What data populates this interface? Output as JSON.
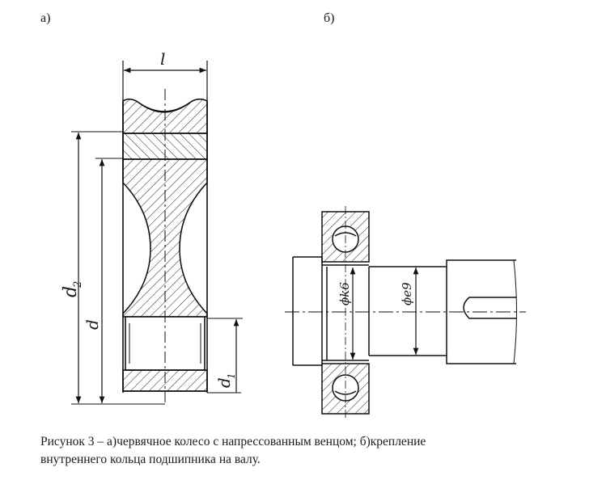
{
  "figure": {
    "panel_a_label": "а)",
    "panel_b_label": "б)",
    "dimensions_a": {
      "width": "l",
      "outer_diameter": "d",
      "rim_diameter": "2",
      "bore_diameter": "1"
    },
    "dimensions_a_base": {
      "outer": "d",
      "bore": "d"
    },
    "dimensions_b": {
      "bearing_fit": "ϕk6",
      "shaft_fit": "ϕe9"
    },
    "caption_line1": "Рисунок 3 – а)червячное колесо с напрессованным венцом; б)крепление",
    "caption_line2": "внутреннего кольца подшипника на валу."
  }
}
